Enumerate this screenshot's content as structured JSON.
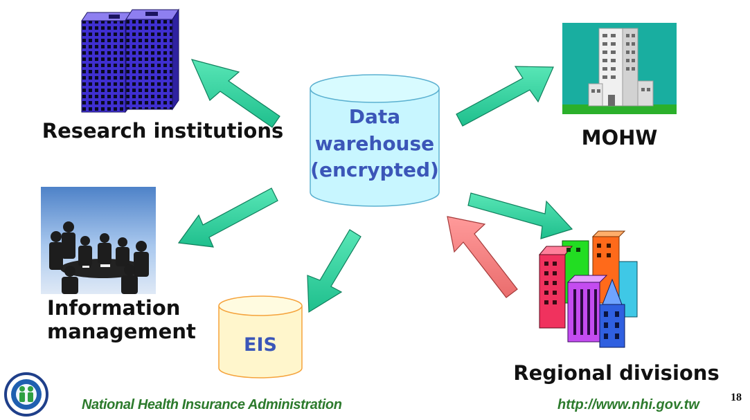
{
  "diagram": {
    "center_node": {
      "line1": "Data",
      "line2": "warehouse",
      "line3": "(encrypted)"
    },
    "eis_node": {
      "label": "EIS"
    },
    "nodes": {
      "research": {
        "label": "Research institutions"
      },
      "mohw": {
        "label": "MOHW"
      },
      "information": {
        "line1": "Information",
        "line2": "management"
      },
      "regional": {
        "label": "Regional divisions"
      }
    },
    "colors": {
      "outgoing_arrow": "#2ed3a0",
      "incoming_arrow": "#f27f7f",
      "cylinder_fill": "#c8f6ff",
      "cylinder_text": "#3b56b8",
      "eis_fill": "#fff6cc",
      "eis_border": "#f5a23a"
    }
  },
  "footer": {
    "organization": "National Health Insurance Administration",
    "url": "http://www.nhi.gov.tw",
    "page_number": "18"
  }
}
